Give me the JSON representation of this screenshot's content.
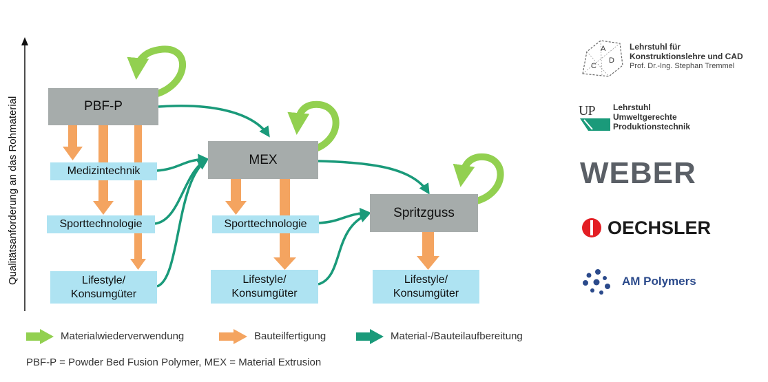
{
  "y_axis_label": "Qualitätsanforderung an das Rohmaterial",
  "processes": {
    "pbf": "PBF-P",
    "mex": "MEX",
    "spritzguss": "Spritzguss"
  },
  "applications": {
    "pbf_medizin": "Medizintechnik",
    "pbf_sport": "Sporttechnologie",
    "pbf_lifestyle_1": "Lifestyle/",
    "pbf_lifestyle_2": "Konsumgüter",
    "mex_sport": "Sporttechnologie",
    "mex_lifestyle_1": "Lifestyle/",
    "mex_lifestyle_2": "Konsumgüter",
    "sg_lifestyle_1": "Lifestyle/",
    "sg_lifestyle_2": "Konsumgüter"
  },
  "legend": {
    "reuse": "Materialwiederverwendung",
    "part": "Bauteilfertigung",
    "recycle": "Material-/Bauteilaufbereitung"
  },
  "footnote": "PBF-P = Powder Bed Fusion Polymer, MEX = Material Extrusion",
  "colors": {
    "reuse": "#92d050",
    "part": "#f4a460",
    "recycle": "#1a9a7a",
    "process": "#a6acab",
    "application": "#aee3f2"
  },
  "logos": {
    "cad": {
      "icon": "cad-logo-icon",
      "letters": [
        "A",
        "C",
        "D"
      ],
      "line1": "Lehrstuhl für",
      "line2": "Konstruktionslehre und CAD",
      "line3": "Prof. Dr.-Ing. Stephan Tremmel"
    },
    "up": {
      "icon": "up-logo-icon",
      "mark": "UP",
      "line1": "Lehrstuhl",
      "line2": "Umweltgerechte",
      "line3": "Produktionstechnik"
    },
    "weber": {
      "text": "WEBER"
    },
    "oechsler": {
      "icon": "oechsler-circle-icon",
      "text": "OECHSLER"
    },
    "ampolymers": {
      "icon": "dots-cluster-icon",
      "text": "AM Polymers"
    }
  }
}
